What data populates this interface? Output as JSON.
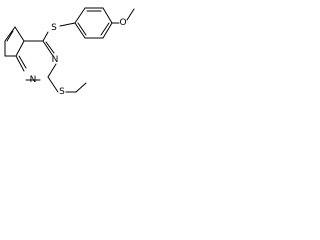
{
  "molecule": {
    "atoms": {
      "s_thioether": "S",
      "o_methoxy": "O",
      "n_ring_1": "N",
      "n_ring_3": "N",
      "s_methylthio": "S"
    }
  }
}
